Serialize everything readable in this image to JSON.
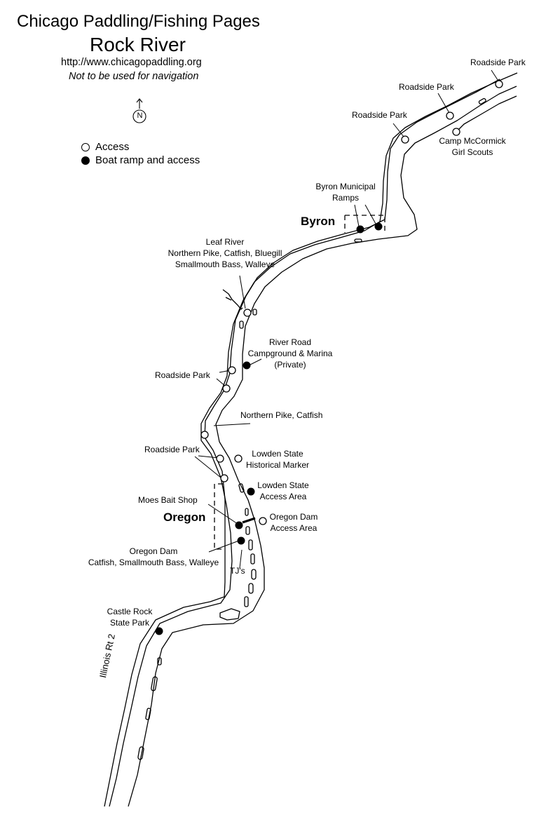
{
  "header": {
    "site": "Chicago Paddling/Fishing Pages",
    "title": "Rock River",
    "url": "http://www.chicagopaddling.org",
    "disclaimer": "Not to be used for navigation"
  },
  "north_arrow": {
    "letter": "N"
  },
  "legend": {
    "access": "Access",
    "boat_ramp": "Boat ramp and access"
  },
  "towns": {
    "byron": "Byron",
    "oregon": "Oregon"
  },
  "road": "Illinois Rt 2",
  "labels": {
    "roadside_park_1": "Roadside Park",
    "roadside_park_2": "Roadside Park",
    "roadside_park_3": "Roadside Park",
    "camp_mccormick": [
      "Camp McCormick",
      "Girl Scouts"
    ],
    "byron_ramps": [
      "Byron Municipal",
      "Ramps"
    ],
    "leaf_river": [
      "Leaf River",
      "Northern Pike, Catfish, Bluegill",
      "Smallmouth Bass, Walleye"
    ],
    "river_road": [
      "River Road",
      "Campground & Marina",
      "(Private)"
    ],
    "roadside_park_4": "Roadside Park",
    "northern_pike_catfish": "Northern Pike, Catfish",
    "roadside_park_5": "Roadside Park",
    "lowden_marker": [
      "Lowden State",
      "Historical Marker"
    ],
    "lowden_access": [
      "Lowden State",
      "Access Area"
    ],
    "moes": "Moes Bait Shop",
    "oregon_dam_access": [
      "Oregon Dam",
      "Access Area"
    ],
    "oregon_dam_fish": [
      "Oregon Dam",
      "Catfish, Smallmouth Bass, Walleye"
    ],
    "tjs": "TJ's",
    "castle_rock": [
      "Castle Rock",
      "State Park"
    ]
  },
  "colors": {
    "ink": "#000000",
    "paper": "#ffffff"
  }
}
